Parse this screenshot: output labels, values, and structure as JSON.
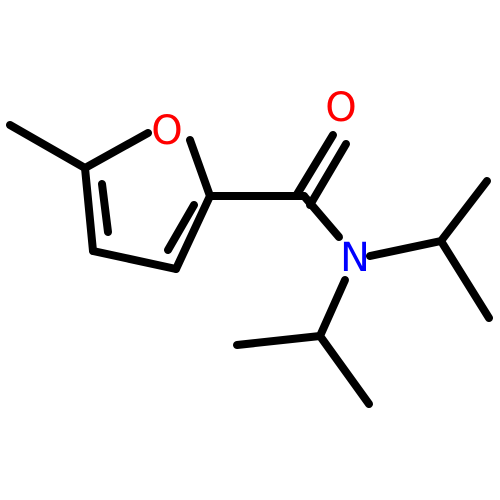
{
  "molecule": {
    "atoms": {
      "O_ring": {
        "symbol": "O",
        "color": "#ff0000"
      },
      "O_carbonyl": {
        "symbol": "O",
        "color": "#ff0000"
      },
      "N": {
        "symbol": "N",
        "color": "#0000ff"
      }
    },
    "bond_color": "#000000",
    "background": "#ffffff"
  }
}
